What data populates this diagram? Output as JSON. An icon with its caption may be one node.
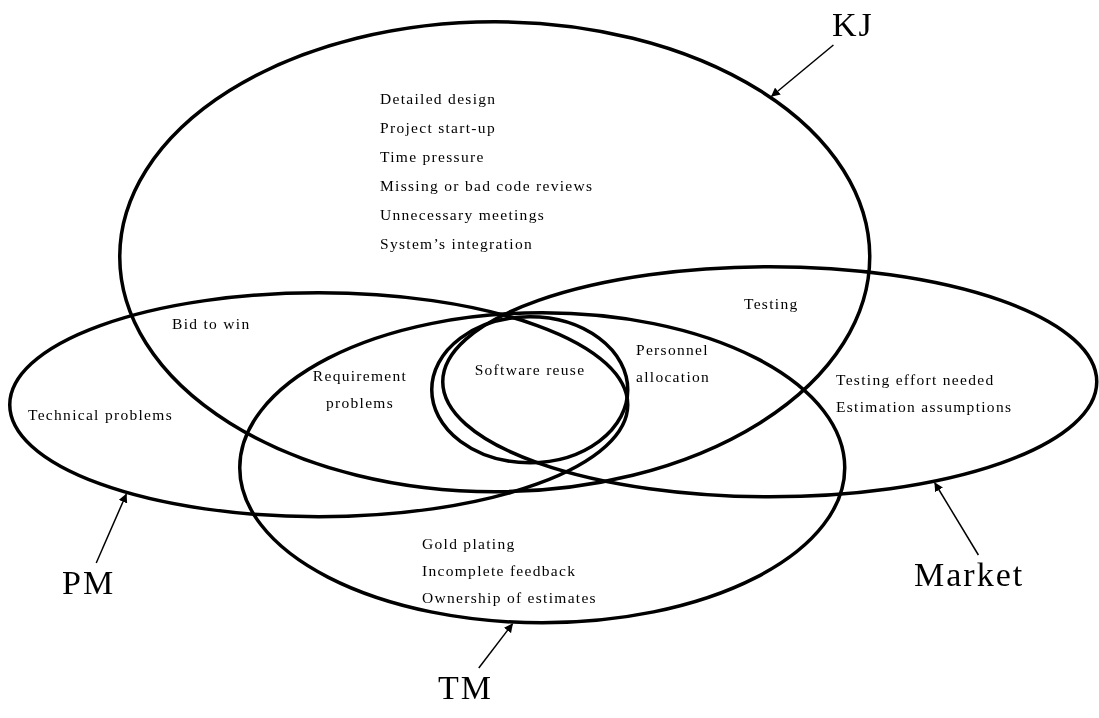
{
  "diagram": {
    "nodes": [
      {
        "text": [
          "KJ"
        ]
      },
      {
        "text": [],
        "shape": "ellipse"
      },
      {
        "text": [],
        "shape": "ellipse"
      },
      {
        "text": [],
        "shape": "ellipse"
      },
      {
        "text": [],
        "shape": "ellipse"
      },
      {
        "text": [
          "Software reuse"
        ]
      },
      {
        "text": [
          "PM"
        ]
      },
      {
        "text": [
          "Market"
        ]
      },
      {
        "text": [
          "TM"
        ]
      }
    ],
    "edges": [
      {
        "from": 0,
        "to": 1,
        "arrow": "to"
      },
      {
        "from": 6,
        "to": 2,
        "arrow": "to"
      },
      {
        "from": 7,
        "to": 3,
        "arrow": "to"
      },
      {
        "from": 8,
        "to": 4,
        "arrow": "to"
      }
    ],
    "labels": [
      "Detailed design",
      "Project start-up",
      "Time pressure",
      "Missing or bad code reviews",
      "Unnecessary meetings",
      "System’s integration",
      "Testing",
      "Bid to win",
      "Technical problems",
      "Requirement problems",
      "Personnel allocation",
      "Testing effort needed",
      "Estimation assumptions",
      "Gold plating",
      "Incomplete feedback",
      "Ownership of estimates"
    ]
  }
}
